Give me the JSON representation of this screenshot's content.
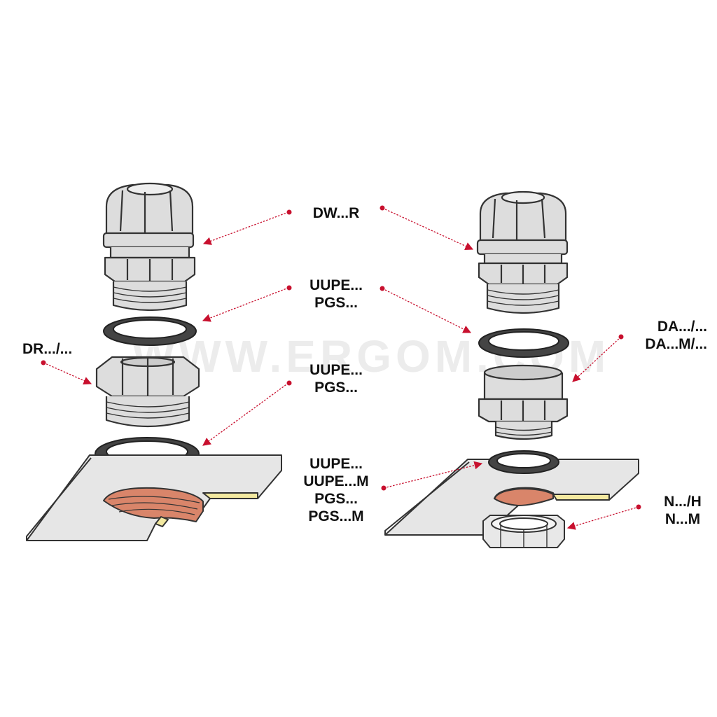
{
  "watermark": "WWW.ERGOM.COM",
  "colors": {
    "arrow": "#c8102e",
    "part_fill": "#dddddd",
    "part_stroke": "#333333",
    "seal": "#444444",
    "plate": "#e6e6e6",
    "thread_cut": "#d9856a",
    "plate_edge": "#f3e9a0"
  },
  "labels": {
    "dw_r": [
      "DW...R"
    ],
    "uupe_pgs_top": [
      "UUPE...",
      "PGS..."
    ],
    "uupe_pgs_mid": [
      "UUPE...",
      "PGS..."
    ],
    "uupe_pgs_m": [
      "UUPE...",
      "UUPE...M",
      "PGS...",
      "PGS...M"
    ],
    "dr": [
      "DR.../..."
    ],
    "da": [
      "DA.../...",
      "DA...M/..."
    ],
    "nut": [
      "N.../H",
      "N...M"
    ]
  }
}
